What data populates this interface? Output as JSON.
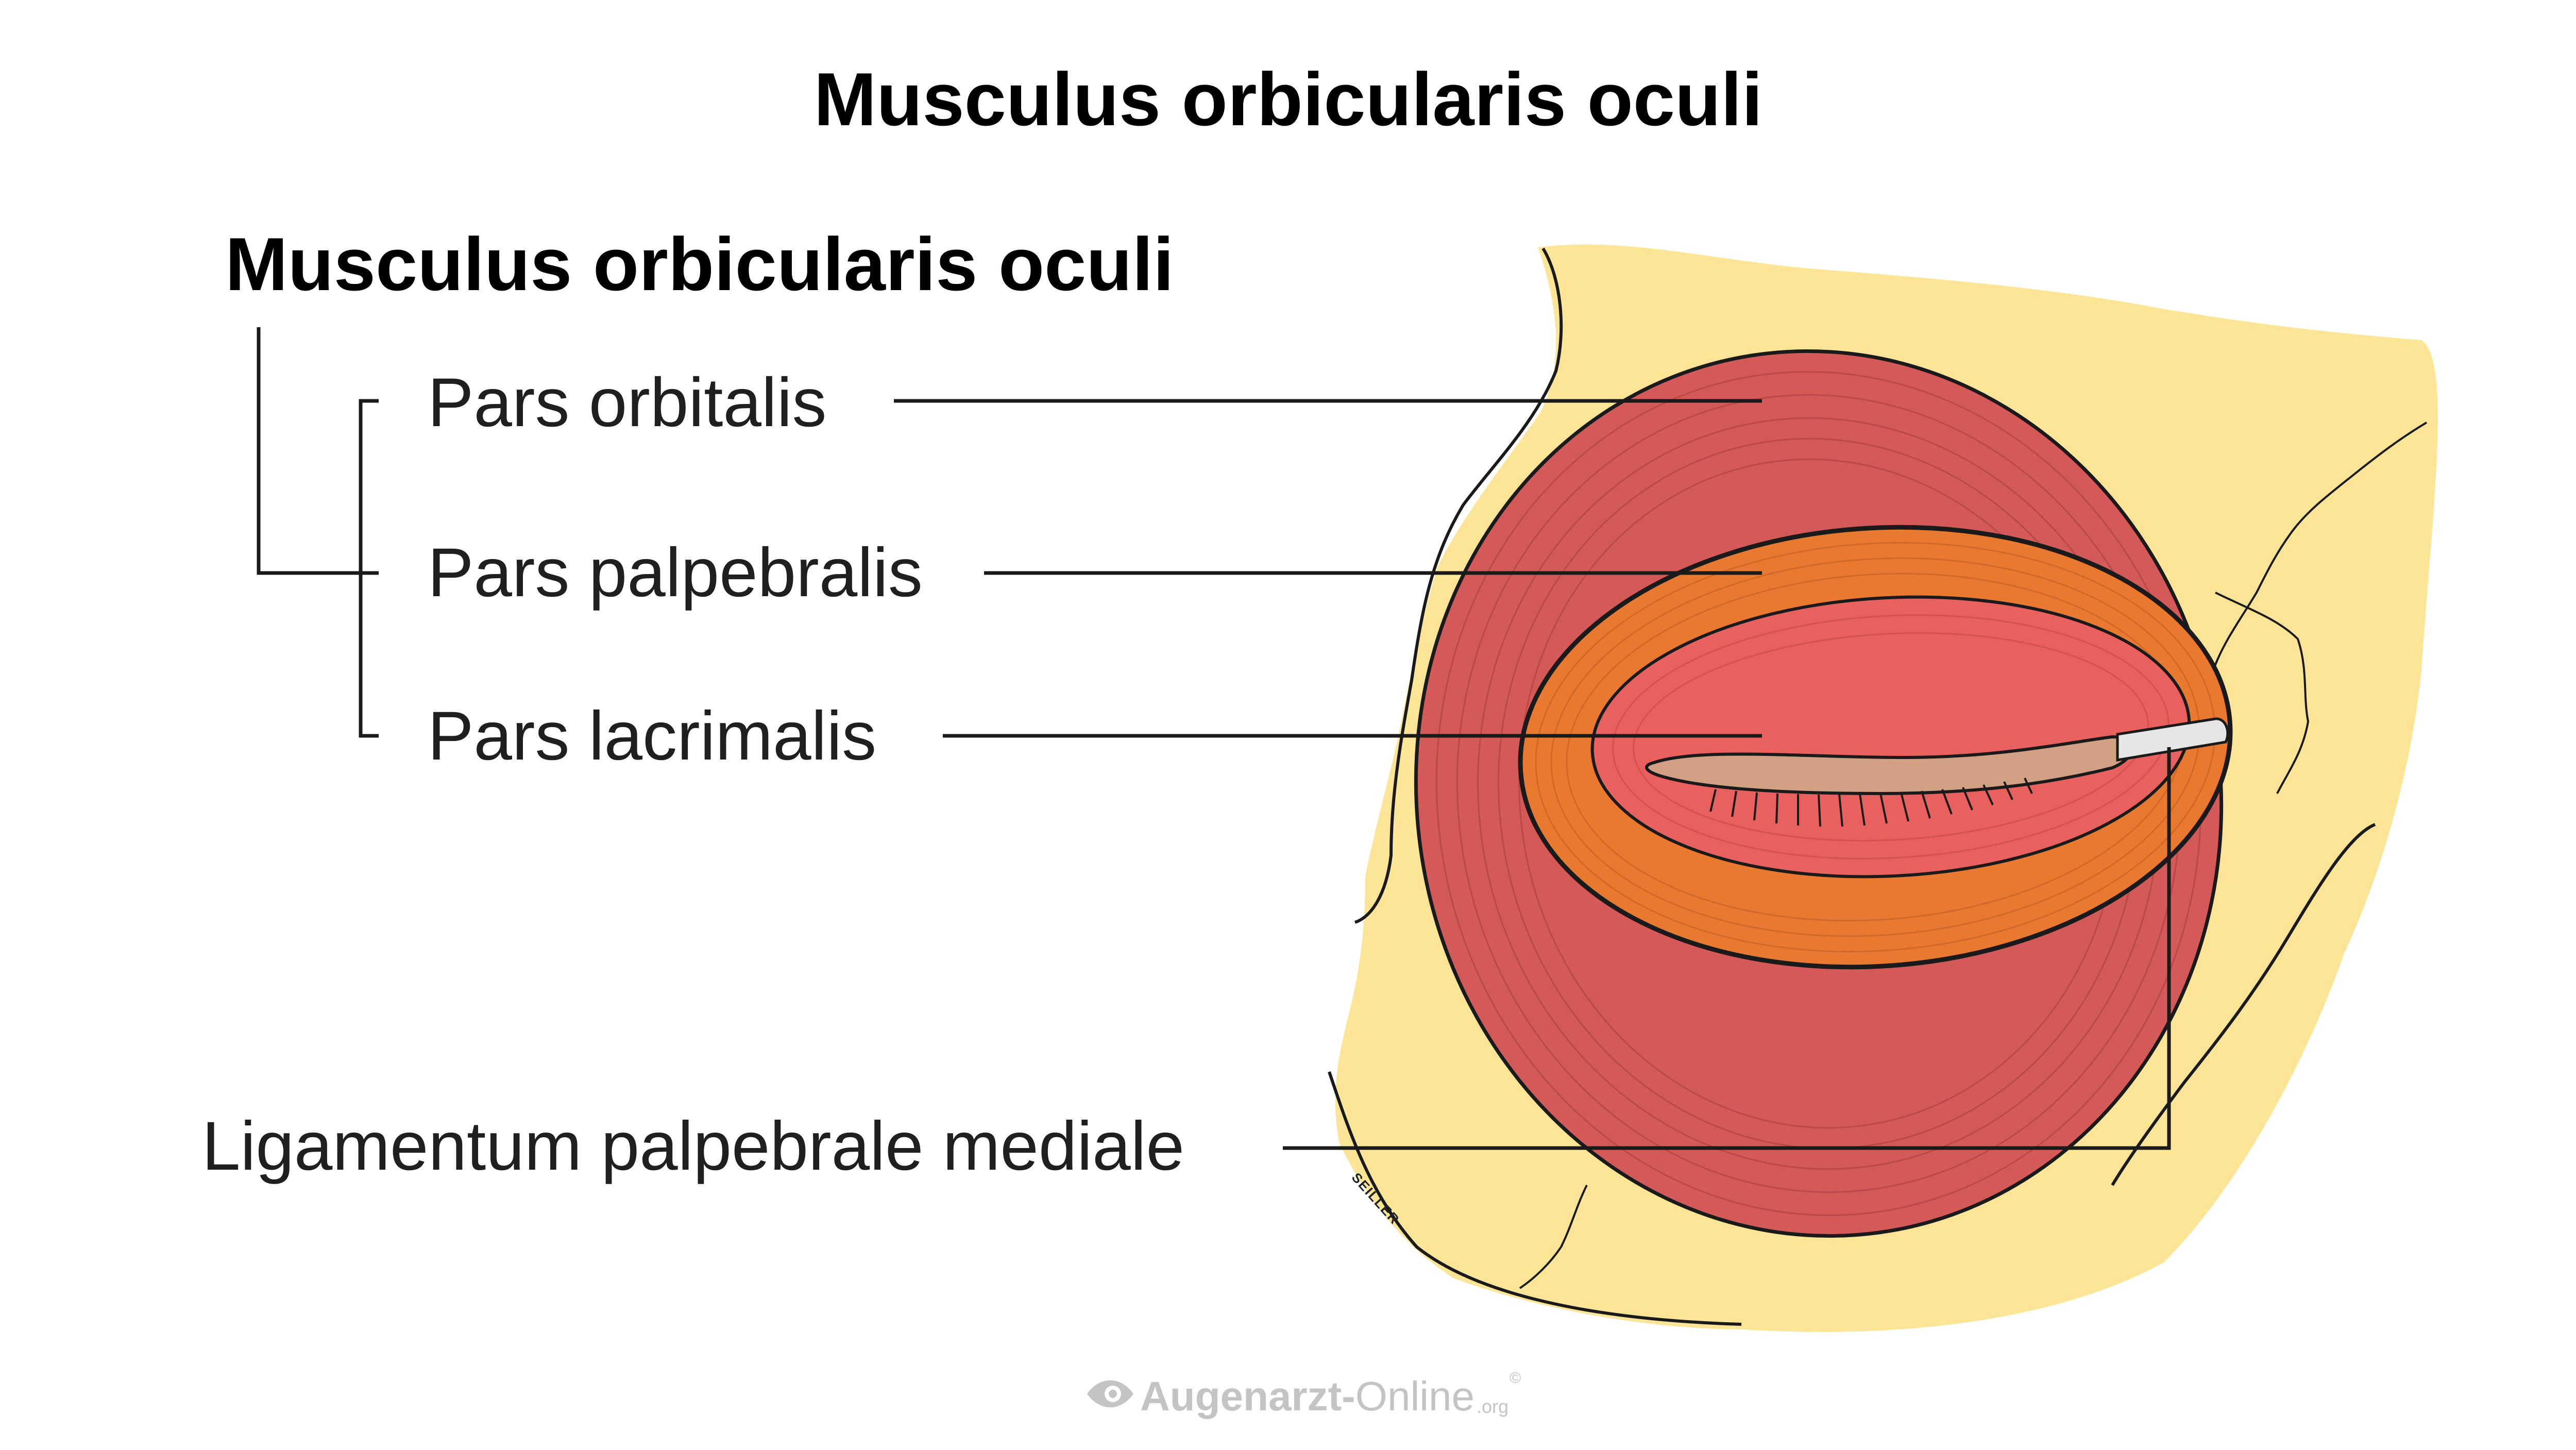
{
  "title": "Musculus orbicularis oculi",
  "tree": {
    "heading": "Musculus orbicularis oculi",
    "parts": [
      {
        "label": "Pars orbitalis"
      },
      {
        "label": "Pars palpebralis"
      },
      {
        "label": "Pars lacrimalis"
      }
    ]
  },
  "ligament": {
    "label": "Ligamentum palpebrale mediale"
  },
  "signature": "SEILLER",
  "watermark": {
    "name_bold": "Augenarzt-",
    "name_light": "Online",
    "tld": ".org",
    "mark": "©"
  },
  "colors": {
    "skin": "#FDE597",
    "pars_orbitalis": "#D35A59",
    "pars_palpebralis": "#E9792F",
    "pars_lacrimalis": "#E8615E",
    "eyelid_margin": "#D2A184",
    "ligament": "#E6E6E6",
    "outline": "#1a1a1a"
  }
}
